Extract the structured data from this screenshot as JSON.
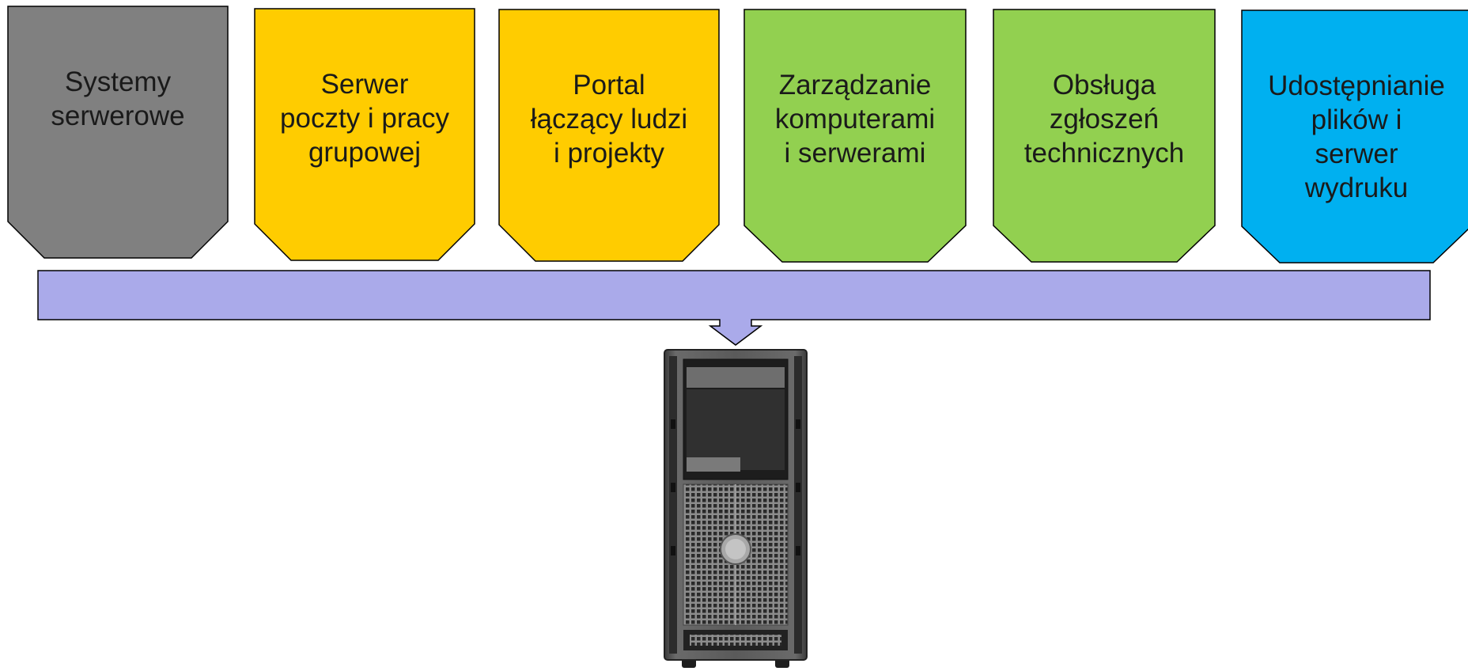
{
  "boxes": [
    {
      "label": "Systemy\nserwerowe",
      "color": "#808080"
    },
    {
      "label": "Serwer\npoczty i pracy\ngrupowej",
      "color": "#ffcc00"
    },
    {
      "label": "Portal\nłączący ludzi\ni projekty",
      "color": "#ffcc00"
    },
    {
      "label": "Zarządzanie\nkomputerami\ni serwerami",
      "color": "#92d050"
    },
    {
      "label": "Obsługa\nzgłoszeń\ntechnicznych",
      "color": "#92d050"
    },
    {
      "label": "Udostępnianie\nplików i\nserwer\nwydruku",
      "color": "#00b0f0"
    }
  ],
  "connector": {
    "color": "#aaaaea"
  },
  "server": {
    "icon": "server-tower-icon"
  }
}
